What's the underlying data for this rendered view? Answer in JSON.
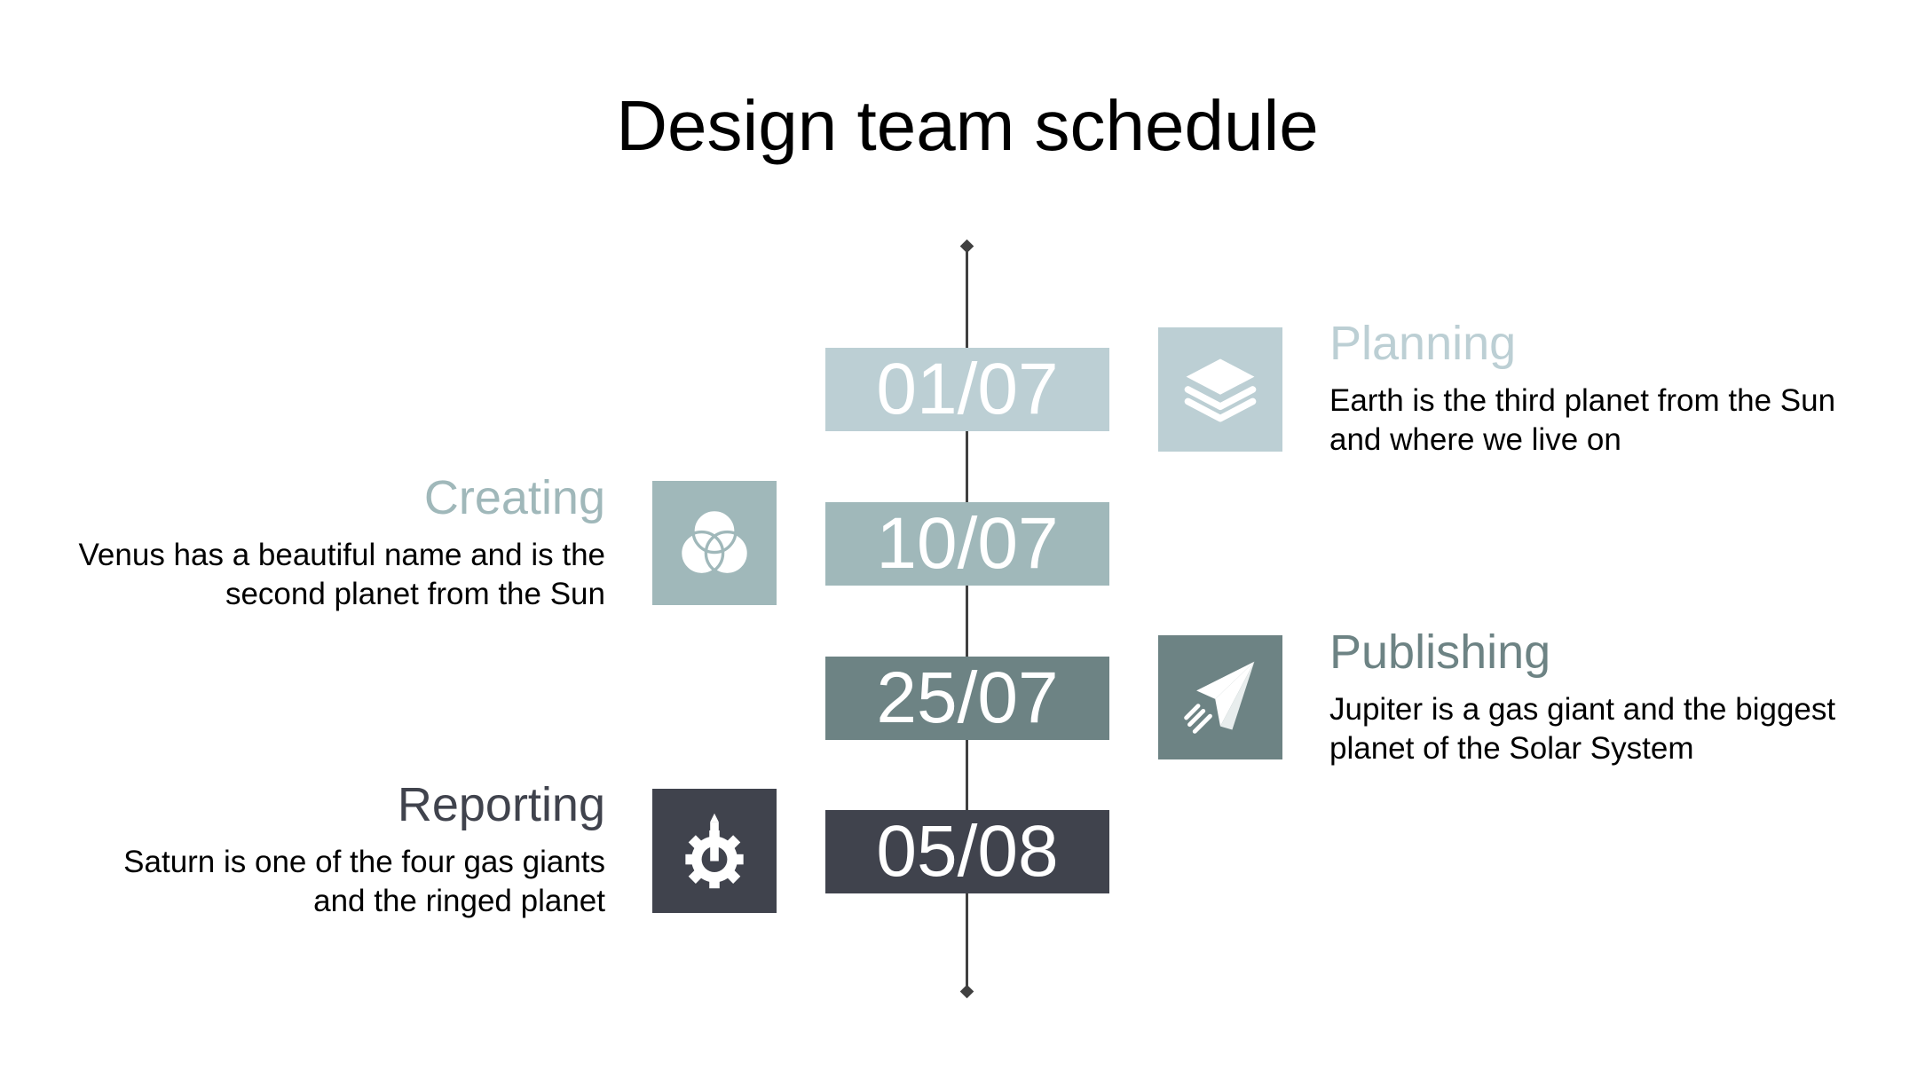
{
  "title": "Design team schedule",
  "colors": {
    "planning": "#bccfd4",
    "creating": "#a0b8ba",
    "publishing": "#6d8384",
    "reporting": "#40434d",
    "axis": "#404040"
  },
  "events": [
    {
      "date": "01/07",
      "heading": "Planning",
      "description": "Earth is the third planet from the Sun and where we live on",
      "icon": "layers-icon",
      "side": "right"
    },
    {
      "date": "10/07",
      "heading": "Creating",
      "description": "Venus has a beautiful name and is the second planet from the Sun",
      "icon": "venn-circles-icon",
      "side": "left"
    },
    {
      "date": "25/07",
      "heading": "Publishing",
      "description": "Jupiter is a gas giant and the biggest planet of the Solar System",
      "icon": "paper-plane-icon",
      "side": "right"
    },
    {
      "date": "05/08",
      "heading": "Reporting",
      "description": "Saturn is one of the four gas giants and the ringed planet",
      "icon": "gear-icon",
      "side": "left"
    }
  ]
}
